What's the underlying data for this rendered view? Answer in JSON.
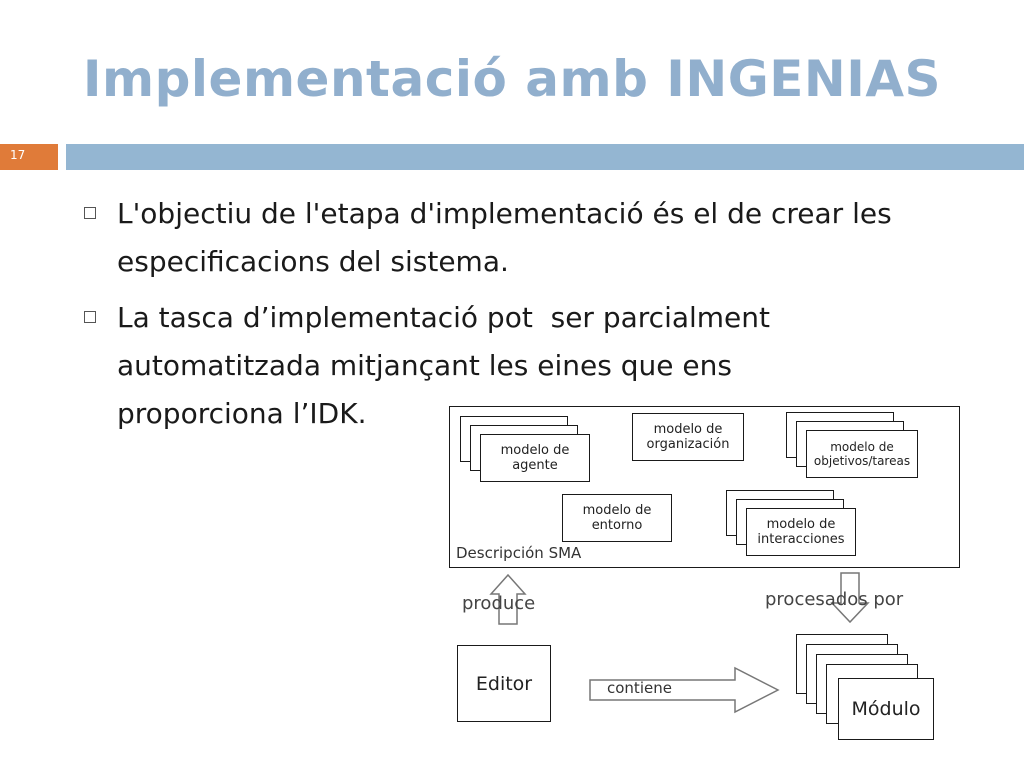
{
  "slide": {
    "title": "Implementació amb INGENIAS",
    "number": "17"
  },
  "bullets": [
    "L'objectiu de l'etapa d'implementació és el de crear les especificacions del sistema.",
    "La tasca d’implementació pot  ser parcialment automatitzada mitjançant les eines que ens proporciona l’IDK."
  ],
  "diagram": {
    "frame_caption": "Descripción SMA",
    "agente": "modelo de agente",
    "organizacion": "modelo de organización",
    "objetivos": "modelo de objetivos/tareas",
    "entorno": "modelo de entorno",
    "interacciones": "modelo de interacciones",
    "produce": "produce",
    "procesados": "procesados por",
    "editor": "Editor",
    "contiene": "contiene",
    "modulo": "Módulo"
  },
  "colors": {
    "title": "#91afcd",
    "accent_orange": "#e07b39",
    "bar_blue": "#94b6d2"
  }
}
